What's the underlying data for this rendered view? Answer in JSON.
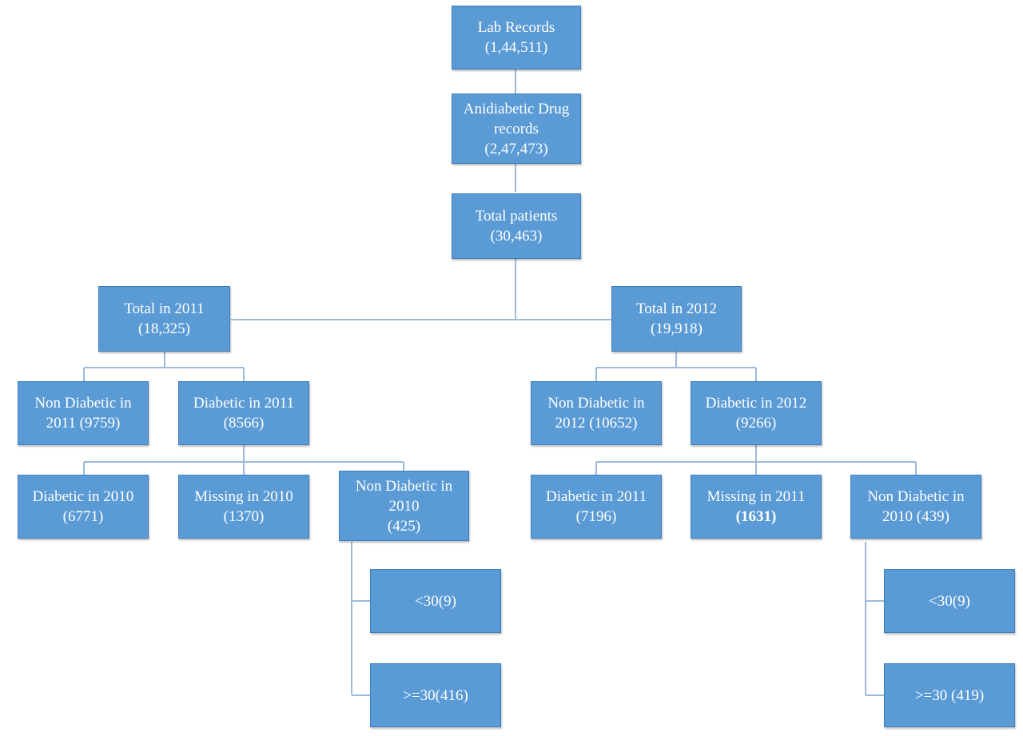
{
  "colors": {
    "node_fill": "#5b9bd5",
    "connector": "#9dbbd9"
  },
  "nodes": {
    "lab_records": {
      "line1": "Lab Records",
      "line2": "(1,44,511)"
    },
    "antidiabetic": {
      "line1": "Anidiabetic Drug",
      "line2": "records",
      "line3": "(2,47,473)"
    },
    "total_patients": {
      "line1": "Total patients",
      "line2": "(30,463)"
    },
    "total_2011": {
      "line1": "Total in 2011",
      "line2": "(18,325)"
    },
    "total_2012": {
      "line1": "Total in 2012",
      "line2": "(19,918)"
    },
    "nondiab_2011": {
      "line1": "Non Diabetic  in",
      "line2": "2011  (9759)"
    },
    "diab_2011": {
      "line1": "Diabetic  in 2011",
      "line2": "(8566)"
    },
    "nondiab_2012": {
      "line1": "Non Diabetic  in",
      "line2": "2012  (10652)"
    },
    "diab_2012": {
      "line1": "Diabetic  in 2012",
      "line2": "(9266)"
    },
    "l_diab_2010": {
      "line1": "Diabetic  in 2010",
      "line2": "(6771)"
    },
    "l_missing_2010": {
      "line1": "Missing in 2010",
      "line2": "(1370)"
    },
    "l_nondiab_2010": {
      "line1": "Non Diabetic  in",
      "line2": "2010",
      "line3": "(425)"
    },
    "r_diab_2011": {
      "line1": "Diabetic  in 2011",
      "line2": "(7196)"
    },
    "r_missing_2011": {
      "line1": "Missing in 2011",
      "line2": "(1631)"
    },
    "r_nondiab_2010": {
      "line1": "Non Diabetic  in",
      "line2": "2010  (439)"
    },
    "l_lt30": {
      "line1": "<30(9)"
    },
    "l_ge30": {
      "line1": ">=30(416)"
    },
    "r_lt30": {
      "line1": "<30(9)"
    },
    "r_ge30": {
      "line1": ">=30  (419)"
    }
  }
}
